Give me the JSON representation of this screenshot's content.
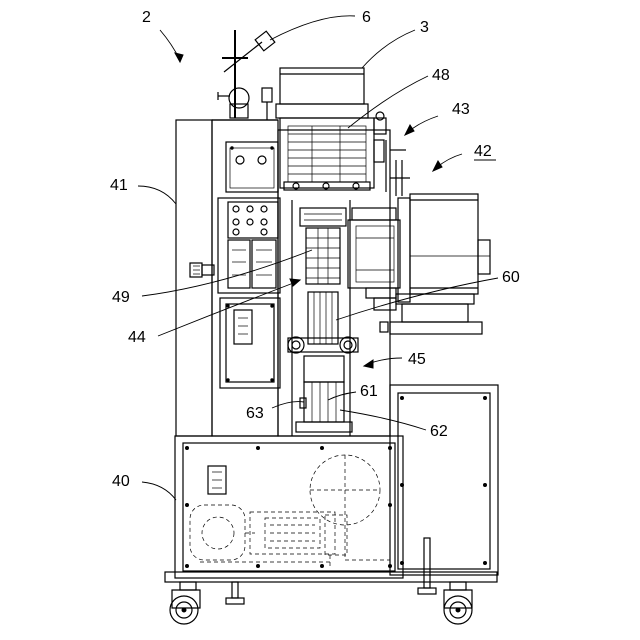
{
  "refs": {
    "r2": "2",
    "r6": "6",
    "r3": "3",
    "r48": "48",
    "r43": "43",
    "r42": "42",
    "r41": "41",
    "r49": "49",
    "r44": "44",
    "r60": "60",
    "r45": "45",
    "r61": "61",
    "r63": "63",
    "r62": "62",
    "r40": "40"
  }
}
